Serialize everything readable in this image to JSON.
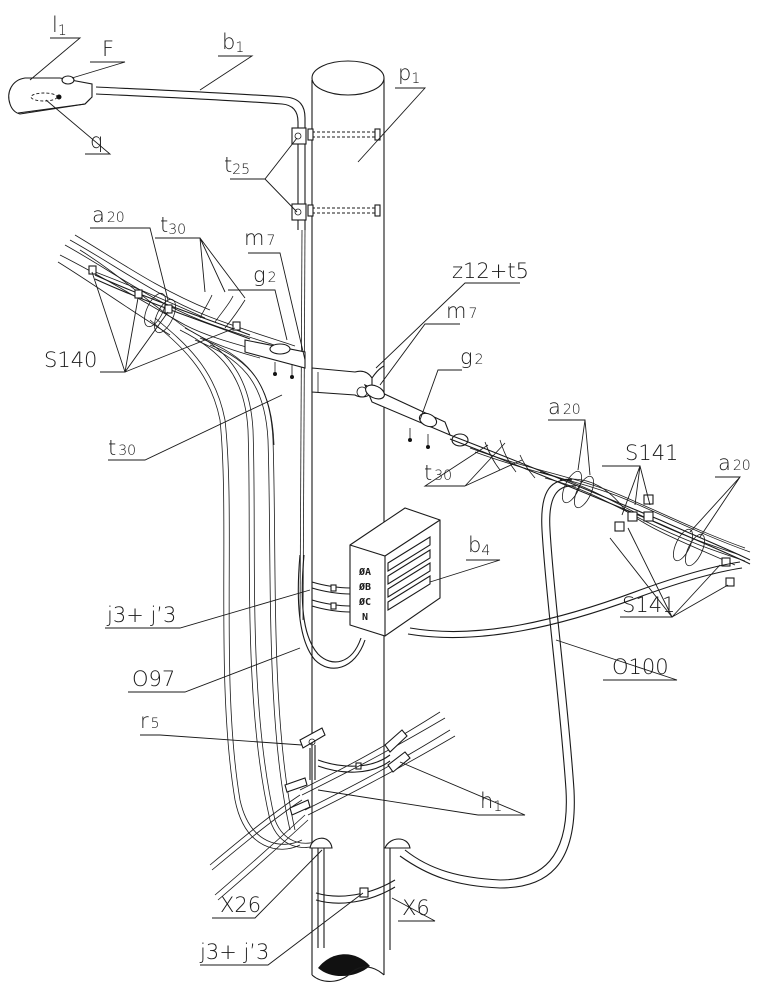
{
  "figure": {
    "type": "patent line drawing",
    "subject": "utility pole with street light arm, twisted aerial cable bundle, distribution box and down-leads"
  },
  "labels": {
    "l1": {
      "main": "l",
      "sub": "1"
    },
    "F": {
      "main": "F",
      "sub": ""
    },
    "q": {
      "main": "q",
      "sub": ""
    },
    "b1": {
      "main": "b",
      "sub": "1"
    },
    "p1": {
      "main": "p",
      "sub": "1"
    },
    "t25": {
      "main": "t",
      "sub": "25"
    },
    "a20_left": {
      "main": "a",
      "sub": "20"
    },
    "t30_top": {
      "main": "t",
      "sub": "30"
    },
    "m7_left": {
      "main": "m",
      "sub": "7"
    },
    "g2_left": {
      "main": "g",
      "sub": "2"
    },
    "z12t5": {
      "main": "z12+t5",
      "sub": ""
    },
    "m7_right": {
      "main": "m",
      "sub": "7"
    },
    "g2_right": {
      "main": "g",
      "sub": "2"
    },
    "s140": {
      "main": "S140",
      "sub": ""
    },
    "t30_left": {
      "main": "t",
      "sub": "30"
    },
    "a20_mid": {
      "main": "a",
      "sub": "20"
    },
    "s141_top": {
      "main": "S141",
      "sub": ""
    },
    "a20_right": {
      "main": "a",
      "sub": "20"
    },
    "t30_mid": {
      "main": "t",
      "sub": "30"
    },
    "b4": {
      "main": "b",
      "sub": "4"
    },
    "j3_top": {
      "main": "j3+ j’3",
      "sub": ""
    },
    "s141_bottom": {
      "main": "S141",
      "sub": ""
    },
    "o97": {
      "main": "O97",
      "sub": ""
    },
    "o100": {
      "main": "O100",
      "sub": ""
    },
    "r5": {
      "main": "r",
      "sub": "5"
    },
    "h1": {
      "main": "h",
      "sub": "1"
    },
    "x26": {
      "main": "X26",
      "sub": ""
    },
    "x6": {
      "main": "X6",
      "sub": ""
    },
    "j3_bottom": {
      "main": "j3+ j’3",
      "sub": ""
    }
  },
  "distribution_box": {
    "phases": [
      "ØA",
      "ØB",
      "ØC",
      "N"
    ]
  }
}
